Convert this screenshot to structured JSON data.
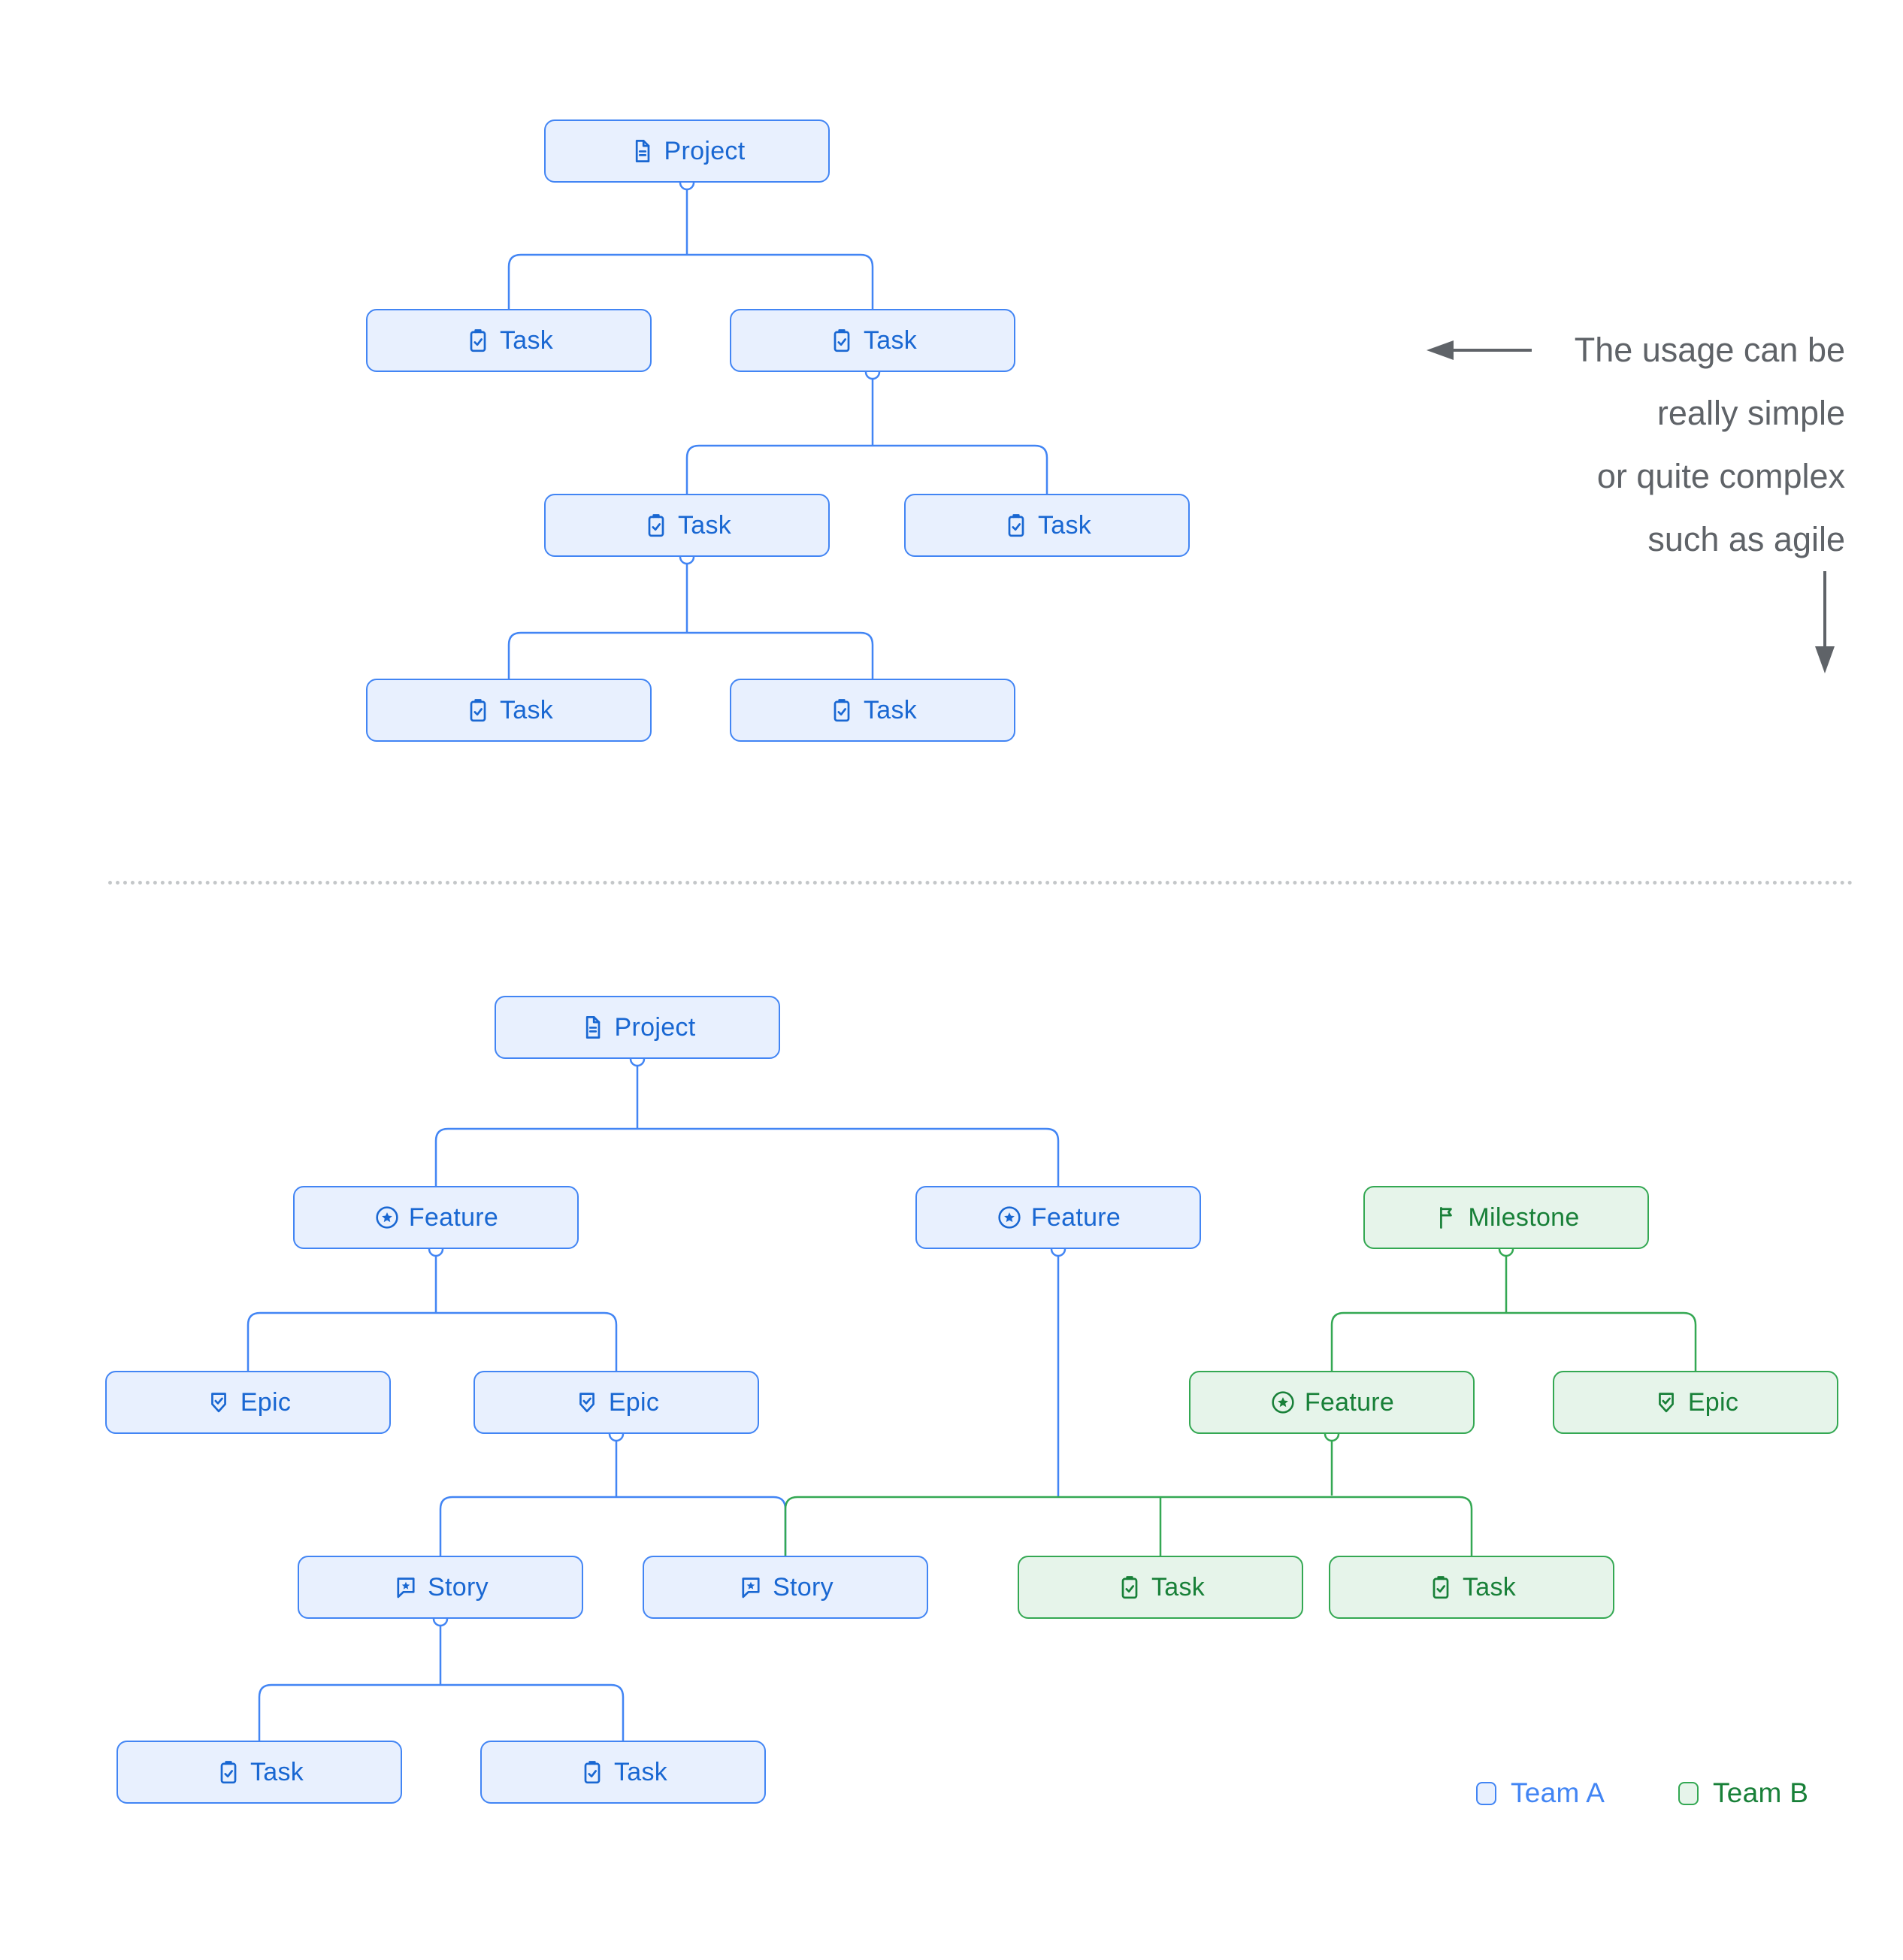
{
  "annotation": {
    "lines": [
      "The usage can be",
      "really simple",
      "or quite complex",
      "such as agile"
    ]
  },
  "legend": {
    "team_a_label": "Team A",
    "team_b_label": "Team B"
  },
  "colors": {
    "team_a_fill": "#e8f0fe",
    "team_a_border": "#4285f4",
    "team_a_text": "#1967d2",
    "team_b_fill": "#e6f4ea",
    "team_b_border": "#34a853",
    "team_b_text": "#188038",
    "annotation_text": "#5f6368",
    "arrow": "#5f6368",
    "divider_dots": "#c4c7c9"
  },
  "nodes": [
    {
      "id": "t-project",
      "label": "Project",
      "icon": "project-icon",
      "team": "A",
      "diagram": "simple"
    },
    {
      "id": "t-task-1",
      "label": "Task",
      "icon": "task-icon",
      "team": "A",
      "diagram": "simple"
    },
    {
      "id": "t-task-2",
      "label": "Task",
      "icon": "task-icon",
      "team": "A",
      "diagram": "simple"
    },
    {
      "id": "t-task-3",
      "label": "Task",
      "icon": "task-icon",
      "team": "A",
      "diagram": "simple"
    },
    {
      "id": "t-task-4",
      "label": "Task",
      "icon": "task-icon",
      "team": "A",
      "diagram": "simple"
    },
    {
      "id": "t-task-5",
      "label": "Task",
      "icon": "task-icon",
      "team": "A",
      "diagram": "simple"
    },
    {
      "id": "t-task-6",
      "label": "Task",
      "icon": "task-icon",
      "team": "A",
      "diagram": "simple"
    },
    {
      "id": "b-project",
      "label": "Project",
      "icon": "project-icon",
      "team": "A",
      "diagram": "agile"
    },
    {
      "id": "b-feature-1",
      "label": "Feature",
      "icon": "feature-icon",
      "team": "A",
      "diagram": "agile"
    },
    {
      "id": "b-feature-2",
      "label": "Feature",
      "icon": "feature-icon",
      "team": "A",
      "diagram": "agile"
    },
    {
      "id": "b-milestone",
      "label": "Milestone",
      "icon": "milestone-icon",
      "team": "B",
      "diagram": "agile"
    },
    {
      "id": "b-epic-1",
      "label": "Epic",
      "icon": "epic-icon",
      "team": "A",
      "diagram": "agile"
    },
    {
      "id": "b-epic-2",
      "label": "Epic",
      "icon": "epic-icon",
      "team": "A",
      "diagram": "agile"
    },
    {
      "id": "b-feature-3",
      "label": "Feature",
      "icon": "feature-icon",
      "team": "B",
      "diagram": "agile"
    },
    {
      "id": "b-epic-3",
      "label": "Epic",
      "icon": "epic-icon",
      "team": "B",
      "diagram": "agile"
    },
    {
      "id": "b-story-1",
      "label": "Story",
      "icon": "story-icon",
      "team": "A",
      "diagram": "agile"
    },
    {
      "id": "b-story-2",
      "label": "Story",
      "icon": "story-icon",
      "team": "A",
      "diagram": "agile"
    },
    {
      "id": "b-task-g1",
      "label": "Task",
      "icon": "task-icon",
      "team": "B",
      "diagram": "agile"
    },
    {
      "id": "b-task-g2",
      "label": "Task",
      "icon": "task-icon",
      "team": "B",
      "diagram": "agile"
    },
    {
      "id": "b-task-b1",
      "label": "Task",
      "icon": "task-icon",
      "team": "A",
      "diagram": "agile"
    },
    {
      "id": "b-task-b2",
      "label": "Task",
      "icon": "task-icon",
      "team": "A",
      "diagram": "agile"
    }
  ],
  "edges": [
    {
      "from": "t-project",
      "to": [
        "t-task-1",
        "t-task-2"
      ]
    },
    {
      "from": "t-task-2",
      "to": [
        "t-task-3",
        "t-task-4"
      ]
    },
    {
      "from": "t-task-3",
      "to": [
        "t-task-5",
        "t-task-6"
      ]
    },
    {
      "from": "b-project",
      "to": [
        "b-feature-1",
        "b-feature-2"
      ]
    },
    {
      "from": "b-feature-1",
      "to": [
        "b-epic-1",
        "b-epic-2"
      ]
    },
    {
      "from": "b-milestone",
      "to": [
        "b-feature-3",
        "b-epic-3"
      ]
    },
    {
      "from": "b-epic-2",
      "to": [
        "b-story-1",
        "b-story-2"
      ]
    },
    {
      "from": "b-feature-2",
      "to": [
        "b-story-2",
        "b-task-g1",
        "b-task-g2"
      ]
    },
    {
      "from": "b-feature-3",
      "to": [
        "b-task-g1",
        "b-task-g2"
      ]
    },
    {
      "from": "b-story-1",
      "to": [
        "b-task-b1",
        "b-task-b2"
      ]
    }
  ]
}
